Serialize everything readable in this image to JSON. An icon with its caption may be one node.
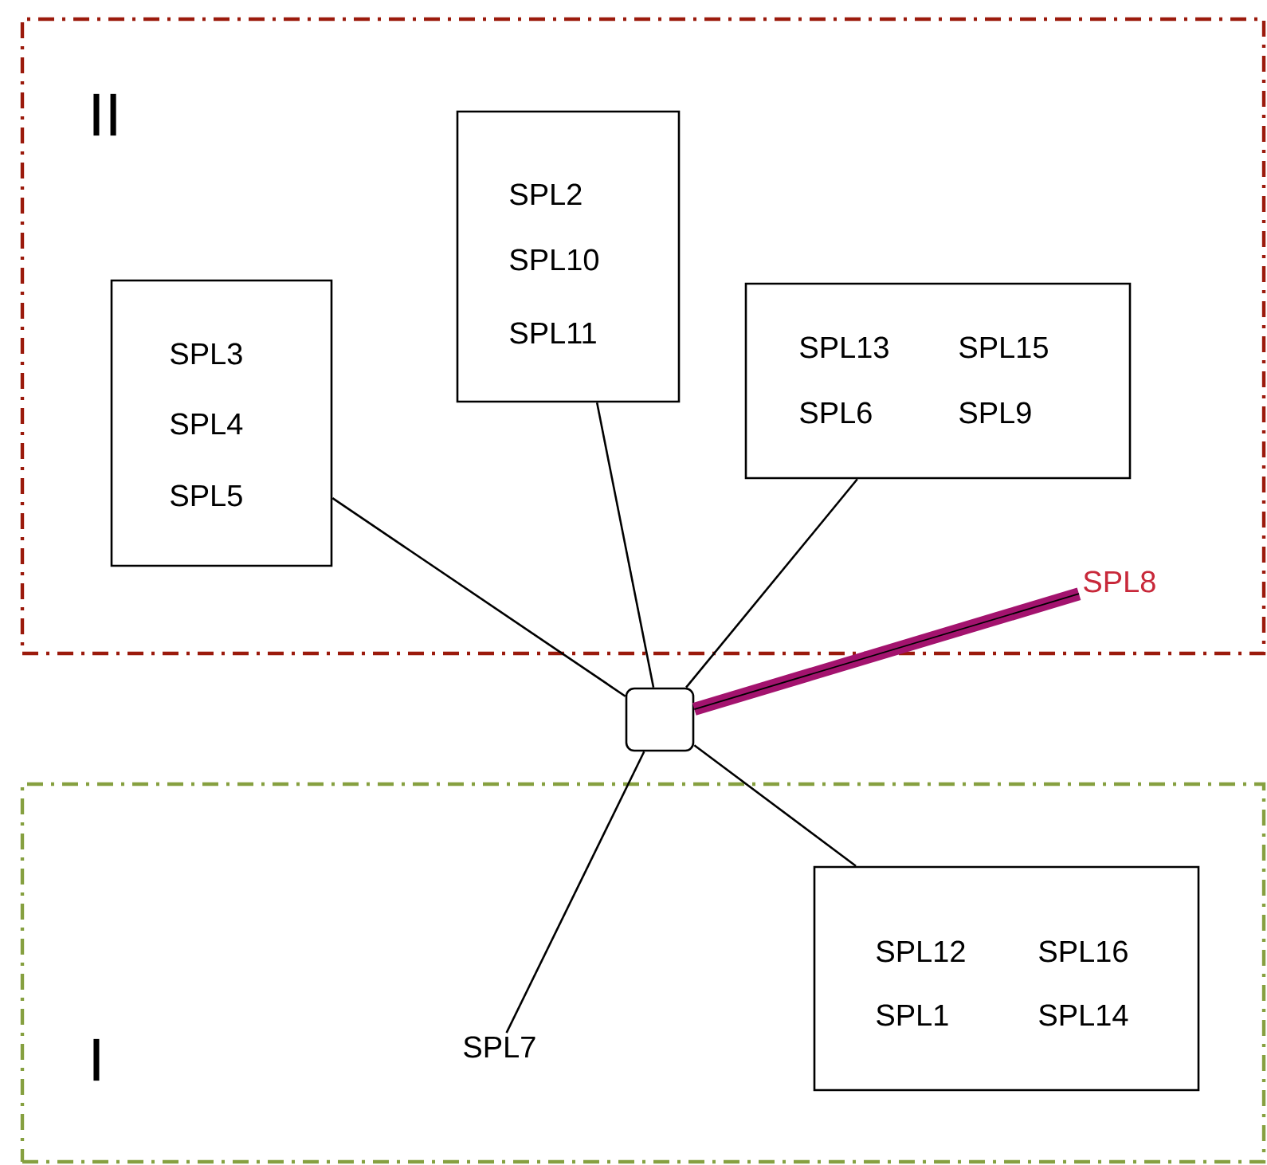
{
  "diagram": {
    "nodes": [
      {
        "text": [
          "II"
        ]
      },
      {
        "text": [
          "SPL3",
          "SPL4",
          "SPL5"
        ],
        "in": 0
      },
      {
        "text": [
          "SPL2",
          "SPL10",
          "SPL11"
        ],
        "in": 0
      },
      {
        "text": [
          "SPL13",
          "SPL15",
          "SPL6",
          "SPL9"
        ],
        "in": 0
      },
      {
        "text": [
          "SPL8"
        ],
        "in": 0
      },
      {
        "text": [
          "I"
        ]
      },
      {
        "text": [],
        "shape": "box"
      },
      {
        "text": [
          "SPL7"
        ],
        "in": 5
      },
      {
        "text": [
          "SPL12",
          "SPL16",
          "SPL1",
          "SPL14"
        ],
        "in": 5
      }
    ],
    "edges": [
      {
        "from": 6,
        "to": 1,
        "arrow": "none"
      },
      {
        "from": 6,
        "to": 2,
        "arrow": "none"
      },
      {
        "from": 6,
        "to": 3,
        "arrow": "none"
      },
      {
        "from": 6,
        "to": 4,
        "arrow": "none",
        "style": "thick",
        "color": "#a3136e"
      },
      {
        "from": 6,
        "to": 7,
        "arrow": "none"
      },
      {
        "from": 6,
        "to": 8,
        "arrow": "none"
      }
    ]
  }
}
